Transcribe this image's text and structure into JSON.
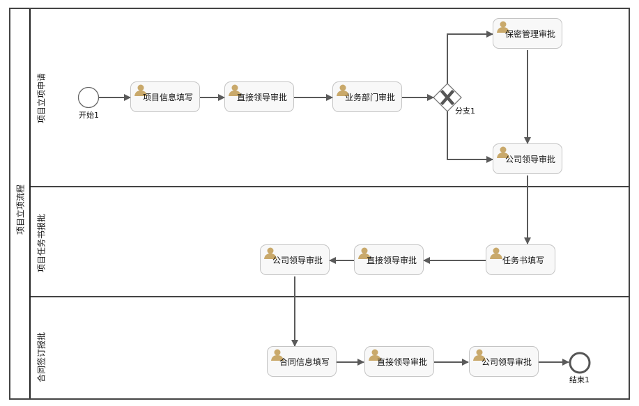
{
  "pool": {
    "label": "项目立项流程"
  },
  "lanes": [
    {
      "label": "项目立项申请"
    },
    {
      "label": "项目任务书报批"
    },
    {
      "label": "合同签订报批"
    }
  ],
  "events": {
    "start": {
      "label": "开始1"
    },
    "end": {
      "label": "结束1"
    }
  },
  "gateway": {
    "label": "分支1",
    "symbol": "X",
    "type": "exclusive"
  },
  "tasks": {
    "t1": "项目信息填写",
    "t2": "直接领导审批",
    "t3": "业务部门审批",
    "t4": "保密管理审批",
    "t5": "公司领导审批",
    "t6": "任务书填写",
    "t7": "直接领导审批",
    "t8": "公司领导审批",
    "t9": "合同信息填写",
    "t10": "直接领导审批",
    "t11": "公司领导审批"
  },
  "icons": {
    "task_icon": "user-icon"
  },
  "colors": {
    "line": "#5a5a5a",
    "user_icon": "#c9a96b",
    "task_border": "#c4c4c4",
    "task_fill": "#f8f8f8"
  }
}
